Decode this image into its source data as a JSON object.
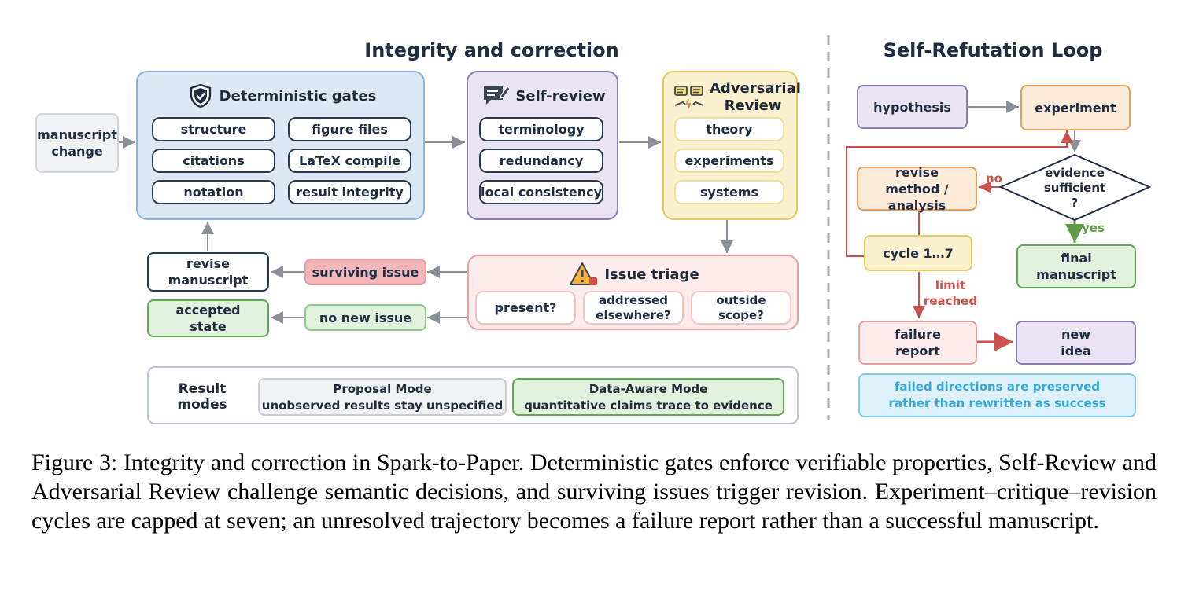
{
  "left_title": "Integrity and correction",
  "right_title": "Self-Refutation Loop",
  "manuscript_change": "manuscript change",
  "gates": {
    "title": "Deterministic gates",
    "icon": "shield-check-icon",
    "items": [
      "structure",
      "figure files",
      "citations",
      "LaTeX compile",
      "notation",
      "result integrity"
    ]
  },
  "self_review": {
    "title": "Self-review",
    "icon": "review-chat-icon",
    "items": [
      "terminology",
      "redundancy",
      "local consistency"
    ]
  },
  "adversarial": {
    "title_line1": "Adversarial",
    "title_line2": "Review",
    "icon": "debate-icon",
    "items": [
      "theory",
      "experiments",
      "systems"
    ]
  },
  "triage": {
    "title": "Issue triage",
    "icon": "warning-icon",
    "items": [
      "present?",
      "addressed elsewhere?",
      "outside scope?"
    ]
  },
  "surviving_issue": "surviving issue",
  "no_new_issue": "no new issue",
  "revise_manuscript": "revise manuscript",
  "accepted_state": "accepted state",
  "result_modes": {
    "label": "Result modes",
    "proposal_title": "Proposal Mode",
    "proposal_desc": "unobserved results stay unspecified",
    "data_title": "Data-Aware Mode",
    "data_desc": "quantitative claims trace to evidence"
  },
  "loop": {
    "hypothesis": "hypothesis",
    "experiment": "experiment",
    "evidence": "evidence sufficient ?",
    "revise": "revise method / analysis",
    "no": "no",
    "yes": "yes",
    "cycle": "cycle 1…7",
    "limit": "limit reached",
    "final": "final manuscript",
    "failure": "failure report",
    "new_idea": "new idea",
    "note": "failed directions are preserved rather than rewritten as success"
  },
  "caption": "Figure 3: Integrity and correction in Spark-to-Paper. Deterministic gates enforce verifiable properties, Self-Review and Adversarial Review challenge semantic decisions, and surviving issues trigger revision. Experiment–critique–revision cycles are capped at seven; an unresolved trajectory becomes a failure report rather than a successful manuscript.",
  "colors": {
    "gates_fill": "#dce8f6",
    "gates_border": "#8fb3dd",
    "review_fill": "#e9e3f3",
    "review_border": "#8b7cb6",
    "adv_fill": "#fbf1cf",
    "adv_border": "#e6c867",
    "triage_fill": "#fdeceb",
    "triage_border": "#e7a09b",
    "green_fill": "#e2f1dc",
    "green_border": "#5fa856",
    "arrow_gray": "#8a8f98",
    "red": "#c9524c",
    "loop_green": "#5f9b45",
    "note_fill": "#dff2fb",
    "note_border": "#7ccbe8",
    "note_text": "#35a7d6"
  }
}
